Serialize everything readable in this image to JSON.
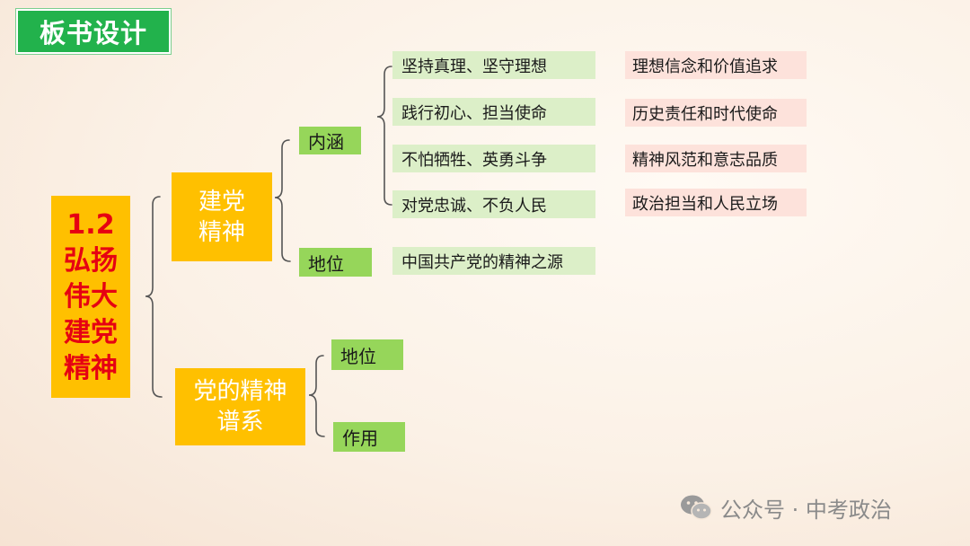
{
  "title": "板书设计",
  "root": {
    "lines": [
      "1.2",
      "弘扬",
      "伟大",
      "建党",
      "精神"
    ]
  },
  "branch1": {
    "lines": [
      "建党",
      "精神"
    ],
    "neihan": {
      "label": "内涵",
      "items": [
        {
          "text": "坚持真理、坚守理想",
          "note": "理想信念和价值追求"
        },
        {
          "text": "践行初心、担当使命",
          "note": "历史责任和时代使命"
        },
        {
          "text": "不怕牺牲、英勇斗争",
          "note": "精神风范和意志品质"
        },
        {
          "text": "对党忠诚、不负人民",
          "note": "政治担当和人民立场"
        }
      ]
    },
    "diwei": {
      "label": "地位",
      "text": "中国共产党的精神之源"
    }
  },
  "branch2": {
    "lines": [
      "党的精神",
      "谱系"
    ],
    "children": [
      "地位",
      "作用"
    ]
  },
  "watermark": {
    "text": "公众号 · 中考政治",
    "icon": "wechat-icon"
  },
  "colors": {
    "title_bg": "#22b24c",
    "orange": "#ffc000",
    "root_text": "#e60012",
    "green": "#96d65a",
    "light_green": "#dcefc8",
    "pink": "#fde2db",
    "line": "#555555"
  }
}
